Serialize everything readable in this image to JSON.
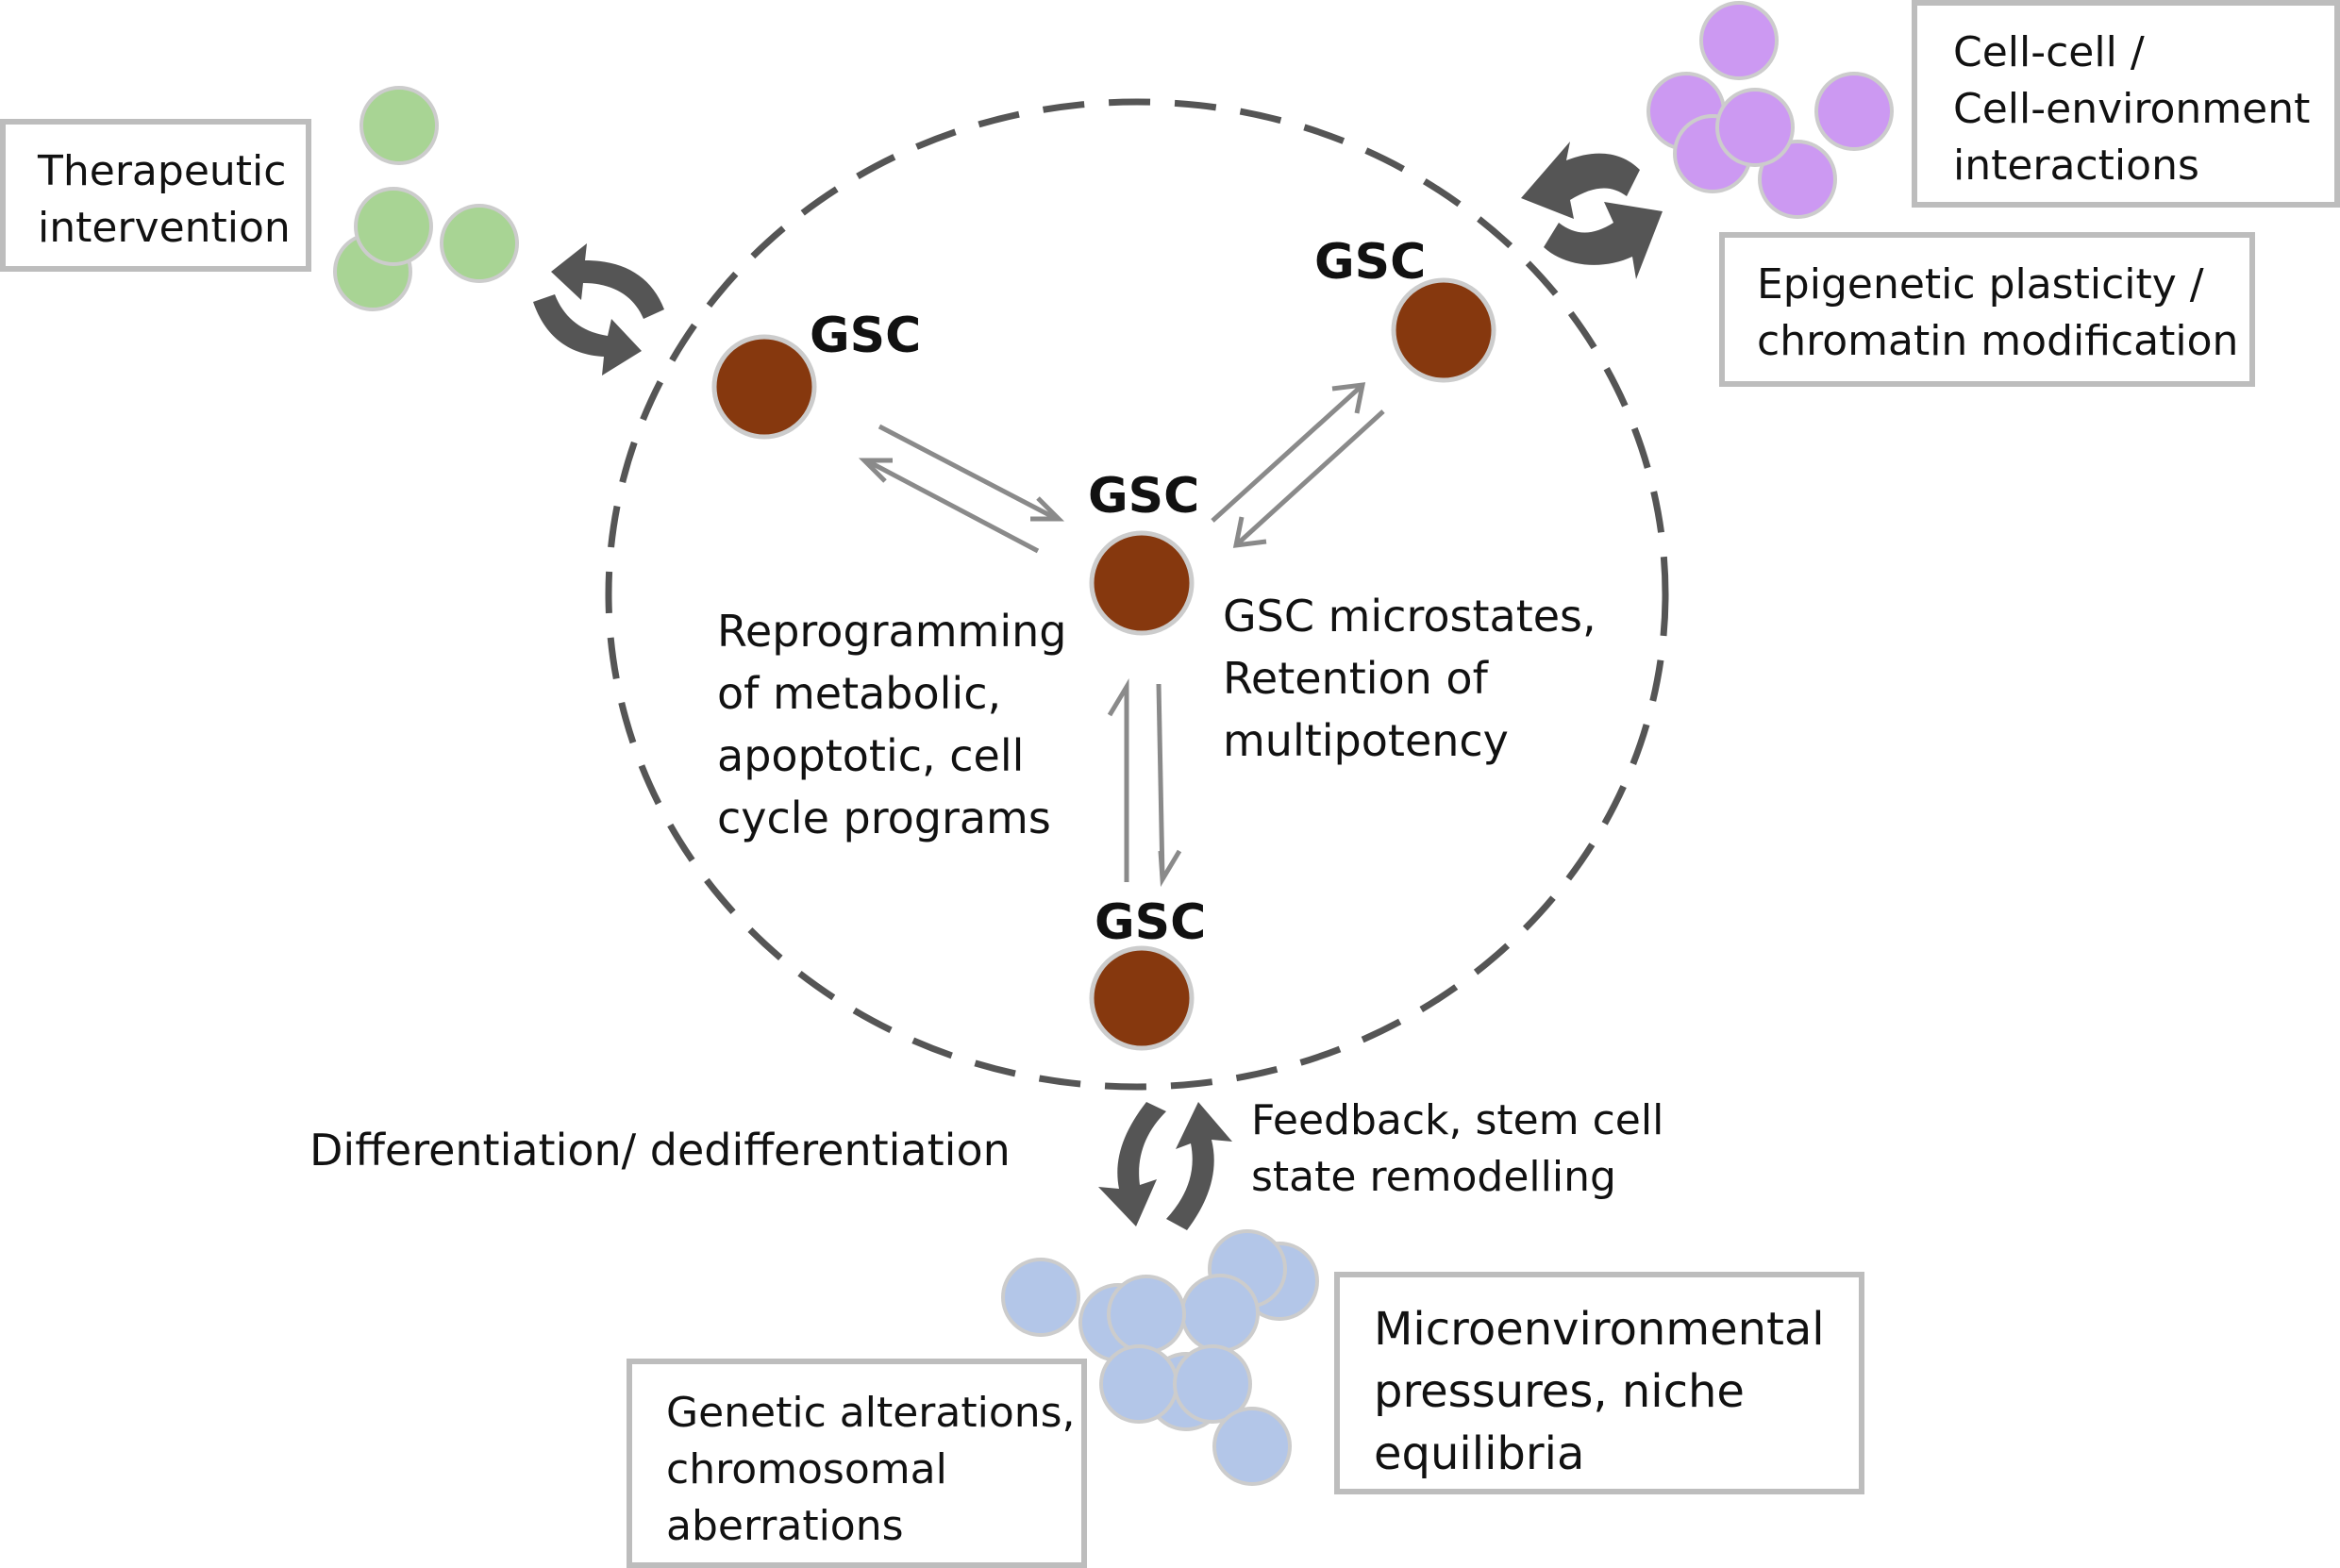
{
  "nodes": {
    "gsc_left": "GSC",
    "gsc_right": "GSC",
    "gsc_center": "GSC",
    "gsc_bottom": "GSC"
  },
  "boxes": {
    "therapeutic": [
      "Therapeutic",
      "intervention"
    ],
    "cell_cell": [
      "Cell-cell /",
      "Cell-environment",
      "interactions"
    ],
    "epigenetic": [
      "Epigenetic plasticity /",
      "chromatin modification"
    ],
    "genetic": [
      "Genetic alterations,",
      "chromosomal",
      "aberrations"
    ],
    "microenv": [
      "Microenvironmental",
      "pressures, niche",
      "equilibria"
    ]
  },
  "labels": {
    "reprogramming": [
      "Reprogramming",
      "of metabolic,",
      "apoptotic, cell",
      "cycle programs"
    ],
    "microstates": [
      "GSC microstates,",
      "Retention of",
      "multipotency"
    ],
    "differentiation": "Differentiation/ dedifferentiation",
    "feedback": [
      "Feedback, stem cell",
      "state remodelling"
    ]
  },
  "colors": {
    "gsc_fill": "#86380e",
    "green_cells": "#a8d494",
    "purple_cells": "#cc99f2",
    "blue_cells": "#b3c6e8",
    "arrow_dark": "#555555",
    "arrow_gray": "#8a8a8a",
    "box_border": "#bdbdbd"
  }
}
